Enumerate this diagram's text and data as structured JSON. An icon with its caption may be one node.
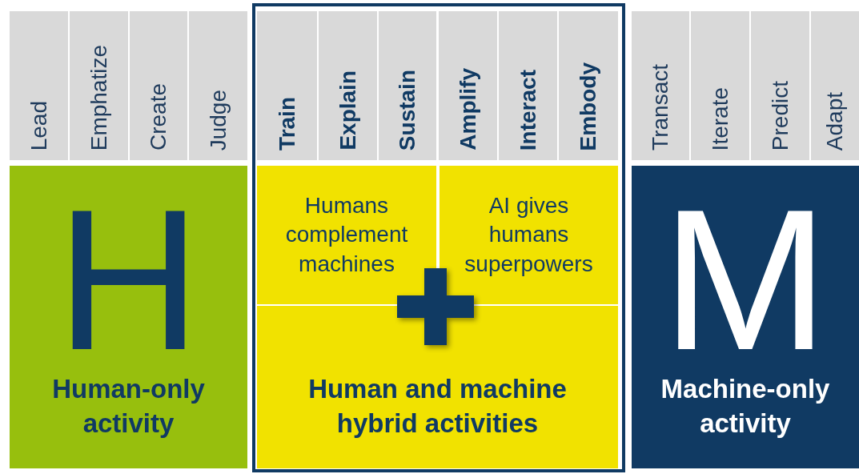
{
  "diagram": {
    "nodes": [
      {
        "text": [
          "Lead"
        ]
      },
      {
        "text": [
          "Emphatize"
        ]
      },
      {
        "text": [
          "Create"
        ]
      },
      {
        "text": [
          "Judge"
        ]
      },
      {
        "text": [
          "Train"
        ]
      },
      {
        "text": [
          "Explain"
        ]
      },
      {
        "text": [
          "Sustain"
        ]
      },
      {
        "text": [
          "Amplify"
        ]
      },
      {
        "text": [
          "Interact"
        ]
      },
      {
        "text": [
          "Embody"
        ]
      },
      {
        "text": [
          "Transact"
        ]
      },
      {
        "text": [
          "Iterate"
        ]
      },
      {
        "text": [
          "Predict"
        ]
      },
      {
        "text": [
          "Adapt"
        ]
      },
      {
        "text": [
          "H",
          "Human-only activity"
        ]
      },
      {
        "text": [
          "Human and machine hybrid activities"
        ]
      },
      {
        "text": [
          "Humans complement machines"
        ],
        "in": 15
      },
      {
        "text": [
          "AI gives humans superpowers"
        ],
        "in": 15
      },
      {
        "text": [
          "M",
          "Machine-only activity"
        ]
      }
    ]
  }
}
